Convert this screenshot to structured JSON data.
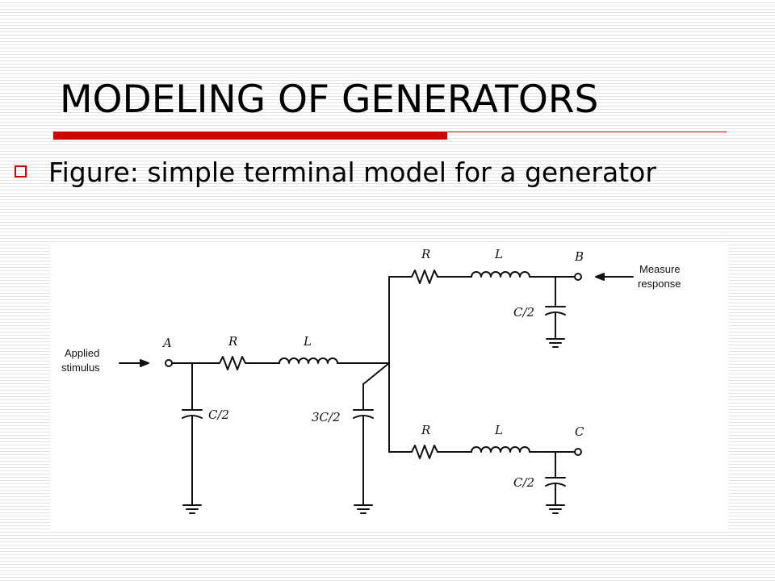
{
  "slide": {
    "title": "MODELING OF GENERATORS",
    "bullet_text": "Figure: simple terminal model for a generator",
    "accent_color": "#d00000"
  },
  "figure": {
    "annotations": {
      "input_line1": "Applied",
      "input_line2": "stimulus",
      "output_line1": "Measure",
      "output_line2": "response"
    },
    "nodes": {
      "a": "A",
      "b": "B",
      "c": "C"
    },
    "components": {
      "r_main": "R",
      "l_main": "L",
      "c_input": "C/2",
      "c_mid": "3C/2",
      "r_upper": "R",
      "l_upper": "L",
      "c_upper": "C/2",
      "r_lower": "R",
      "l_lower": "L",
      "c_lower": "C/2"
    }
  }
}
